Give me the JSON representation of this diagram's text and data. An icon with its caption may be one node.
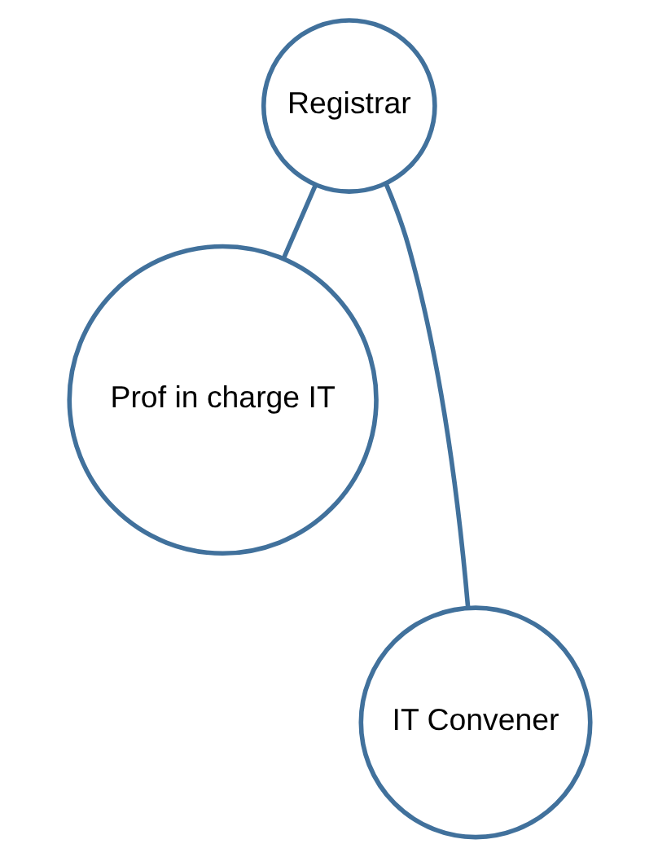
{
  "diagram": {
    "nodes": [
      {
        "text": [
          "Registrar"
        ]
      },
      {
        "text": [
          "Prof in charge IT"
        ]
      },
      {
        "text": [
          "IT Convener"
        ]
      }
    ],
    "edges": [
      {
        "from": 0,
        "to": 1,
        "arrow": "none"
      },
      {
        "from": 0,
        "to": 2,
        "arrow": "none"
      }
    ]
  }
}
